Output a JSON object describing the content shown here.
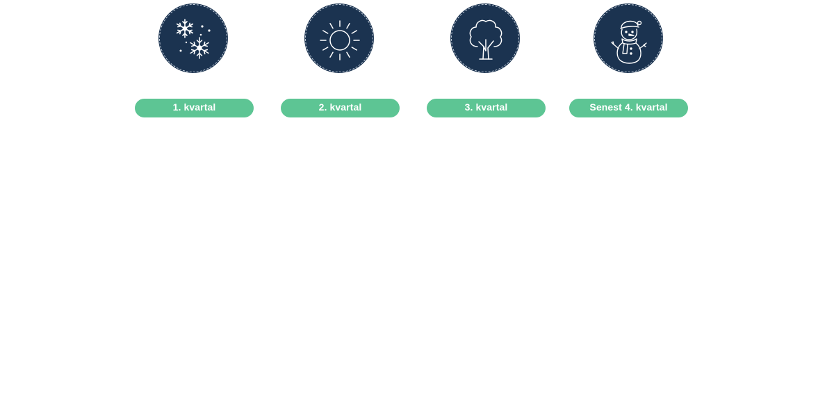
{
  "quarters": [
    {
      "label": "1. kvartal",
      "icon": "snowflake-icon"
    },
    {
      "label": "2. kvartal",
      "icon": "sun-icon"
    },
    {
      "label": "3. kvartal",
      "icon": "tree-icon"
    },
    {
      "label": "Senest 4. kvartal",
      "icon": "snowman-icon"
    }
  ],
  "colors": {
    "circle": "#1b3350",
    "pill": "#5dc594",
    "pill_text": "#ffffff"
  }
}
